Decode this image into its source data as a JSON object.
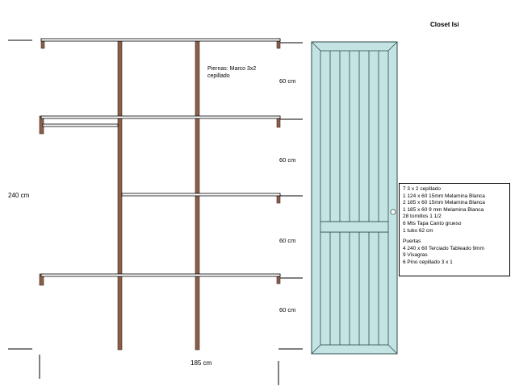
{
  "title": "Closet Isi",
  "legs_note": "Piernas: Marco 3x2 cepillado",
  "dimensions": {
    "total_height": "240 cm",
    "total_width": "185 cm",
    "section_1": "60 cm",
    "section_2": "60 cm",
    "section_3": "60 cm",
    "section_4": "60 cm"
  },
  "materials": [
    "7     3 x 2 cepillado",
    " 1    124 x 60 15mm  Melamina Blanca",
    " 2    185 x 60 15mm  Melamina Blanca",
    " 1    185 x 60 9 mm  Melamina Blanca",
    " 28  tornillos 1 1/2",
    " 6    Mts Tapa Canto grueso",
    " 1 tubo 62 cm"
  ],
  "doors_heading": "Puertas",
  "door_materials": [
    "4      240 x 60 Terciado Tableado 9mm",
    "9      Visagras",
    "6      Pino cepillado 3 x 1"
  ],
  "colors": {
    "wood": "#8b5e4a",
    "door": "#c4e4e4",
    "door_edge": "#2e4a4a",
    "line": "#000000"
  }
}
